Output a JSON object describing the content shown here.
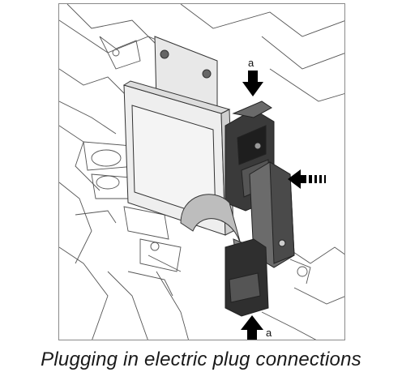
{
  "figure": {
    "caption": "Plugging in electric plug connections",
    "callouts": {
      "top": "a",
      "bottom": "a"
    }
  }
}
